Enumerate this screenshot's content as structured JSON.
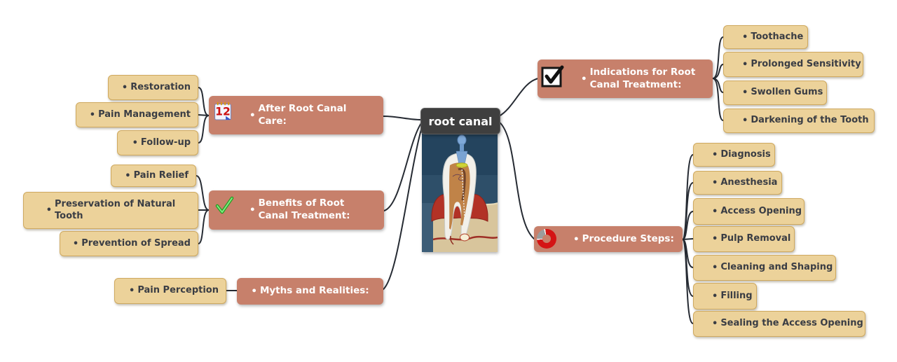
{
  "central": {
    "title": "root canal",
    "image": "tooth-cross-section-illustration"
  },
  "bullet": "•",
  "branches": [
    {
      "id": "after-care",
      "label": "After Root Canal Care:",
      "icon": "calendar-12-icon",
      "children": [
        "Restoration",
        "Pain Management",
        "Follow-up"
      ]
    },
    {
      "id": "benefits",
      "label": "Benefits of Root Canal Treatment:",
      "icon": "green-check-icon",
      "children": [
        "Pain Relief",
        "Preservation of Natural Tooth",
        "Prevention of Spread"
      ]
    },
    {
      "id": "myths",
      "label": "Myths and Realities:",
      "icon": null,
      "children": [
        "Pain Perception"
      ]
    },
    {
      "id": "indications",
      "label": "Indications for Root Canal Treatment:",
      "icon": "checkbox-checked-icon",
      "children": [
        "Toothache",
        "Prolonged Sensitivity",
        "Swollen Gums",
        "Darkening of the Tooth"
      ]
    },
    {
      "id": "procedure",
      "label": "Procedure Steps:",
      "icon": "donut-chart-icon",
      "children": [
        "Diagnosis",
        "Anesthesia",
        "Access Opening",
        "Pulp Removal",
        "Cleaning and Shaping",
        "Filling",
        "Sealing the Access Opening"
      ]
    }
  ],
  "icons": {
    "calendar_text": "12"
  },
  "palette": {
    "topic_fill": "#c7806b",
    "topic_text": "#ffffff",
    "child_fill": "#ecd29a",
    "child_border": "#cfa95f",
    "child_text": "#3a3d44",
    "central_fill": "#3f3f3f",
    "central_text": "#ffffff",
    "line_color": "#262b33"
  }
}
